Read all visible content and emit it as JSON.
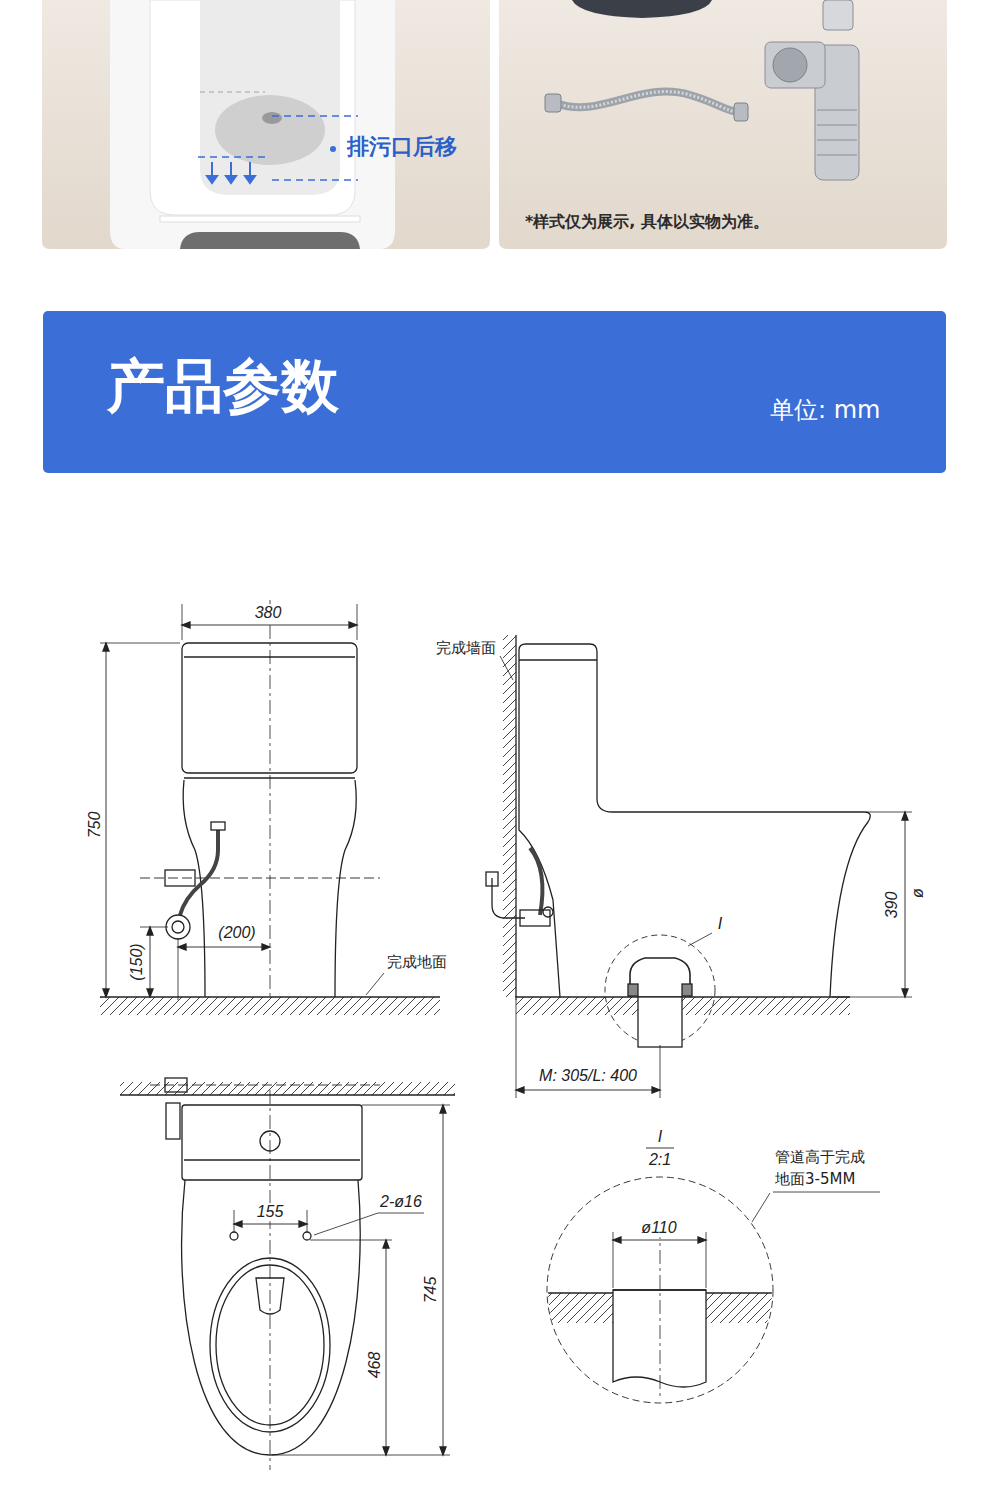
{
  "diagram": {
    "nodes": [
      {
        "text": [
          "排污口后移"
        ]
      },
      {
        "text": [
          "*样式仅为展示, 具体以实物为准。"
        ]
      },
      {
        "text": [
          "产品参数",
          "单位: mm"
        ]
      }
    ],
    "labels": [
      "380",
      "750",
      "(200)",
      "(150)",
      "完成地面",
      "完成墙面",
      "390",
      "ø",
      "I",
      "M: 305/L: 400",
      "155",
      "2-ø16",
      "745",
      "468",
      "I",
      "2:1",
      "ø110",
      "管道高于完成 地面3-5MM"
    ]
  }
}
